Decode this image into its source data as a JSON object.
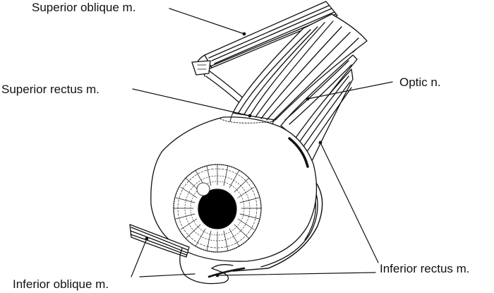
{
  "labels": {
    "superior_oblique": "Superior oblique m.",
    "superior_rectus": "Superior rectus m.",
    "optic_nerve": "Optic n.",
    "inferior_oblique": "Inferior oblique m.",
    "inferior_rectus": "Inferior rectus m."
  },
  "colors": {
    "ink": "#111111",
    "paper": "#ffffff",
    "pupil": "#000000"
  }
}
